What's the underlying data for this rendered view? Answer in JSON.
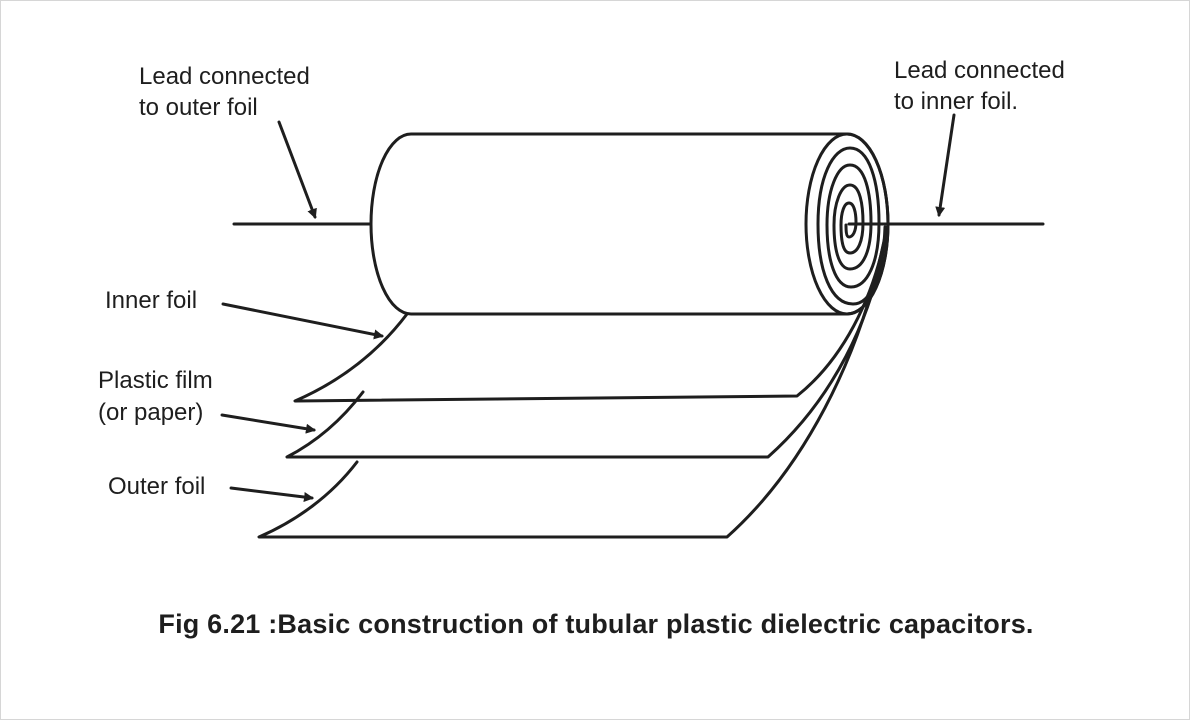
{
  "labels": {
    "outer_lead": [
      "Lead connected",
      "to outer foil"
    ],
    "inner_lead": [
      "Lead connected",
      "to inner foil."
    ],
    "inner_foil": "Inner foil",
    "plastic_film": [
      "Plastic film",
      "(or paper)"
    ],
    "outer_foil": "Outer foil"
  },
  "caption": "Fig 6.21 :Basic construction of tubular plastic dielectric capacitors.",
  "colors": {
    "line": "#1e1e1e",
    "background": "#ffffff"
  }
}
